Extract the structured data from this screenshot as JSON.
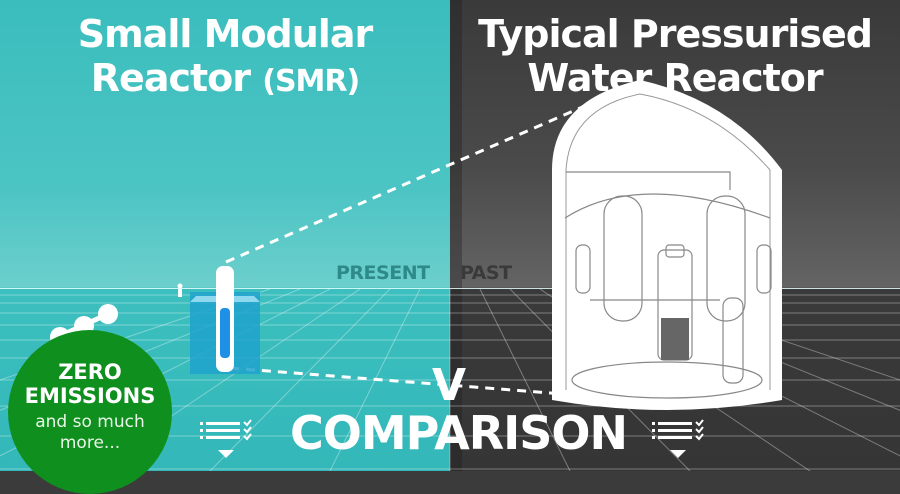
{
  "left": {
    "title_line1": "Small Modular",
    "title_line2": "Reactor",
    "title_abbr": "(SMR)",
    "timeline_label": "PRESENT",
    "badge": {
      "headline_line1": "ZERO",
      "headline_line2": "EMISSIONS",
      "sub_line1": "and so much",
      "sub_line2": "more..."
    },
    "background_color": "#3bbdbd",
    "badge_color": "#0f8f1e"
  },
  "right": {
    "title_line1": "Typical Pressurised",
    "title_line2": "Water Reactor",
    "timeline_label": "PAST",
    "background_color": "#3a3a3a"
  },
  "center": {
    "vs_label": "V",
    "comparison_label": "COMPARISON"
  },
  "icons": {
    "left_list": "checklist-icon",
    "right_list": "checklist-icon",
    "dropdown": "triangle-down-icon",
    "molecule": "molecule-icon",
    "person": "person-icon"
  }
}
